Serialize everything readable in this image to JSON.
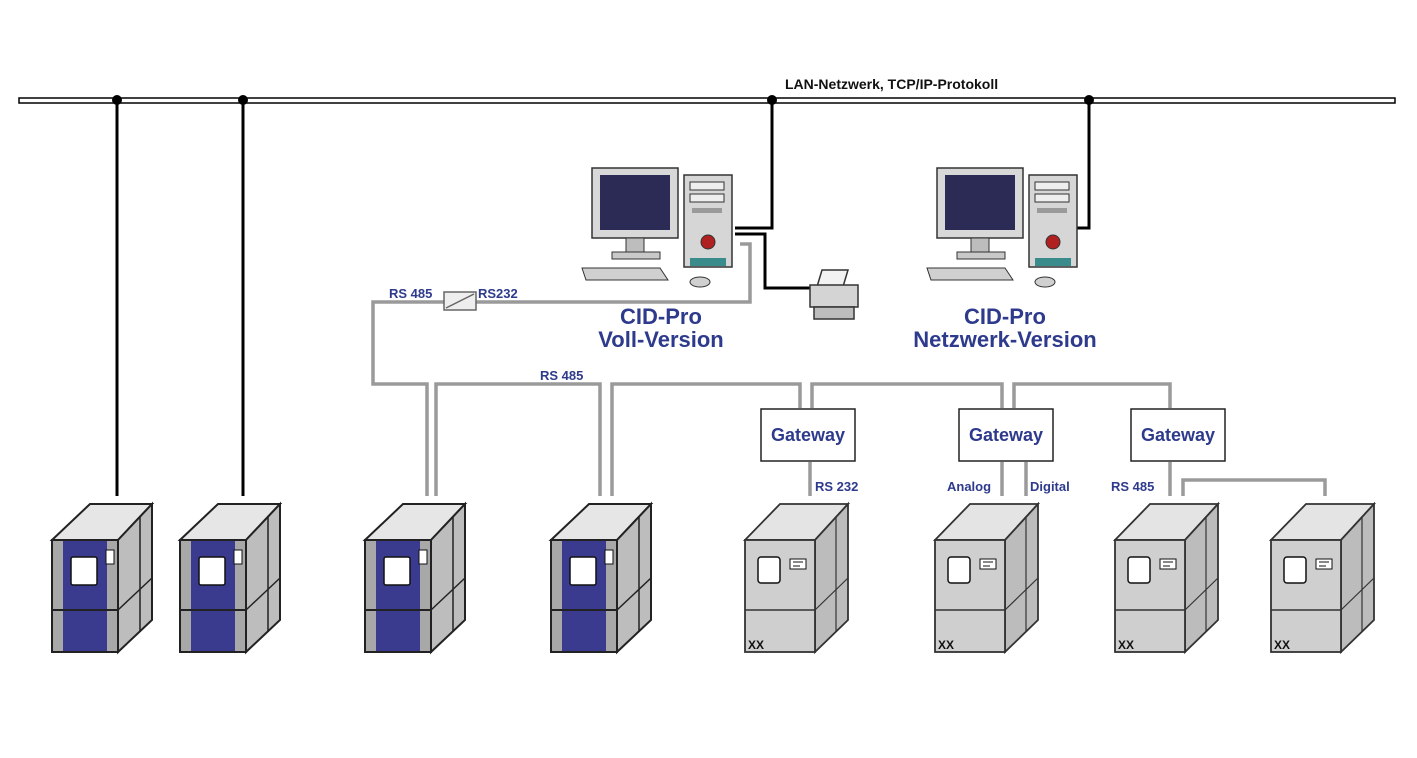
{
  "network": {
    "lan_label": "LAN-Netzwerk, TCP/IP-Protokoll"
  },
  "computers": [
    {
      "title": "CID-Pro",
      "subtitle": "Voll-Version"
    },
    {
      "title": "CID-Pro",
      "subtitle": "Netzwerk-Version"
    }
  ],
  "connections": {
    "converter_left": "RS 485",
    "converter_right": "RS232",
    "bus_label": "RS 485"
  },
  "gateways": [
    {
      "label": "Gateway",
      "links": [
        "RS 232"
      ]
    },
    {
      "label": "Gateway",
      "links": [
        "Analog",
        "Digital"
      ]
    },
    {
      "label": "Gateway",
      "links": [
        "RS 485"
      ]
    }
  ],
  "chambers": {
    "blue_count": 4,
    "grey_labels": [
      "XX",
      "XX",
      "XX",
      "XX"
    ]
  },
  "colors": {
    "lan_line": "#000000",
    "serial_line": "#9a9a9a",
    "chamber_grey": "#c8c8c8",
    "chamber_blue": "#3a3a8e",
    "label_blue": "#2e3a8c"
  }
}
